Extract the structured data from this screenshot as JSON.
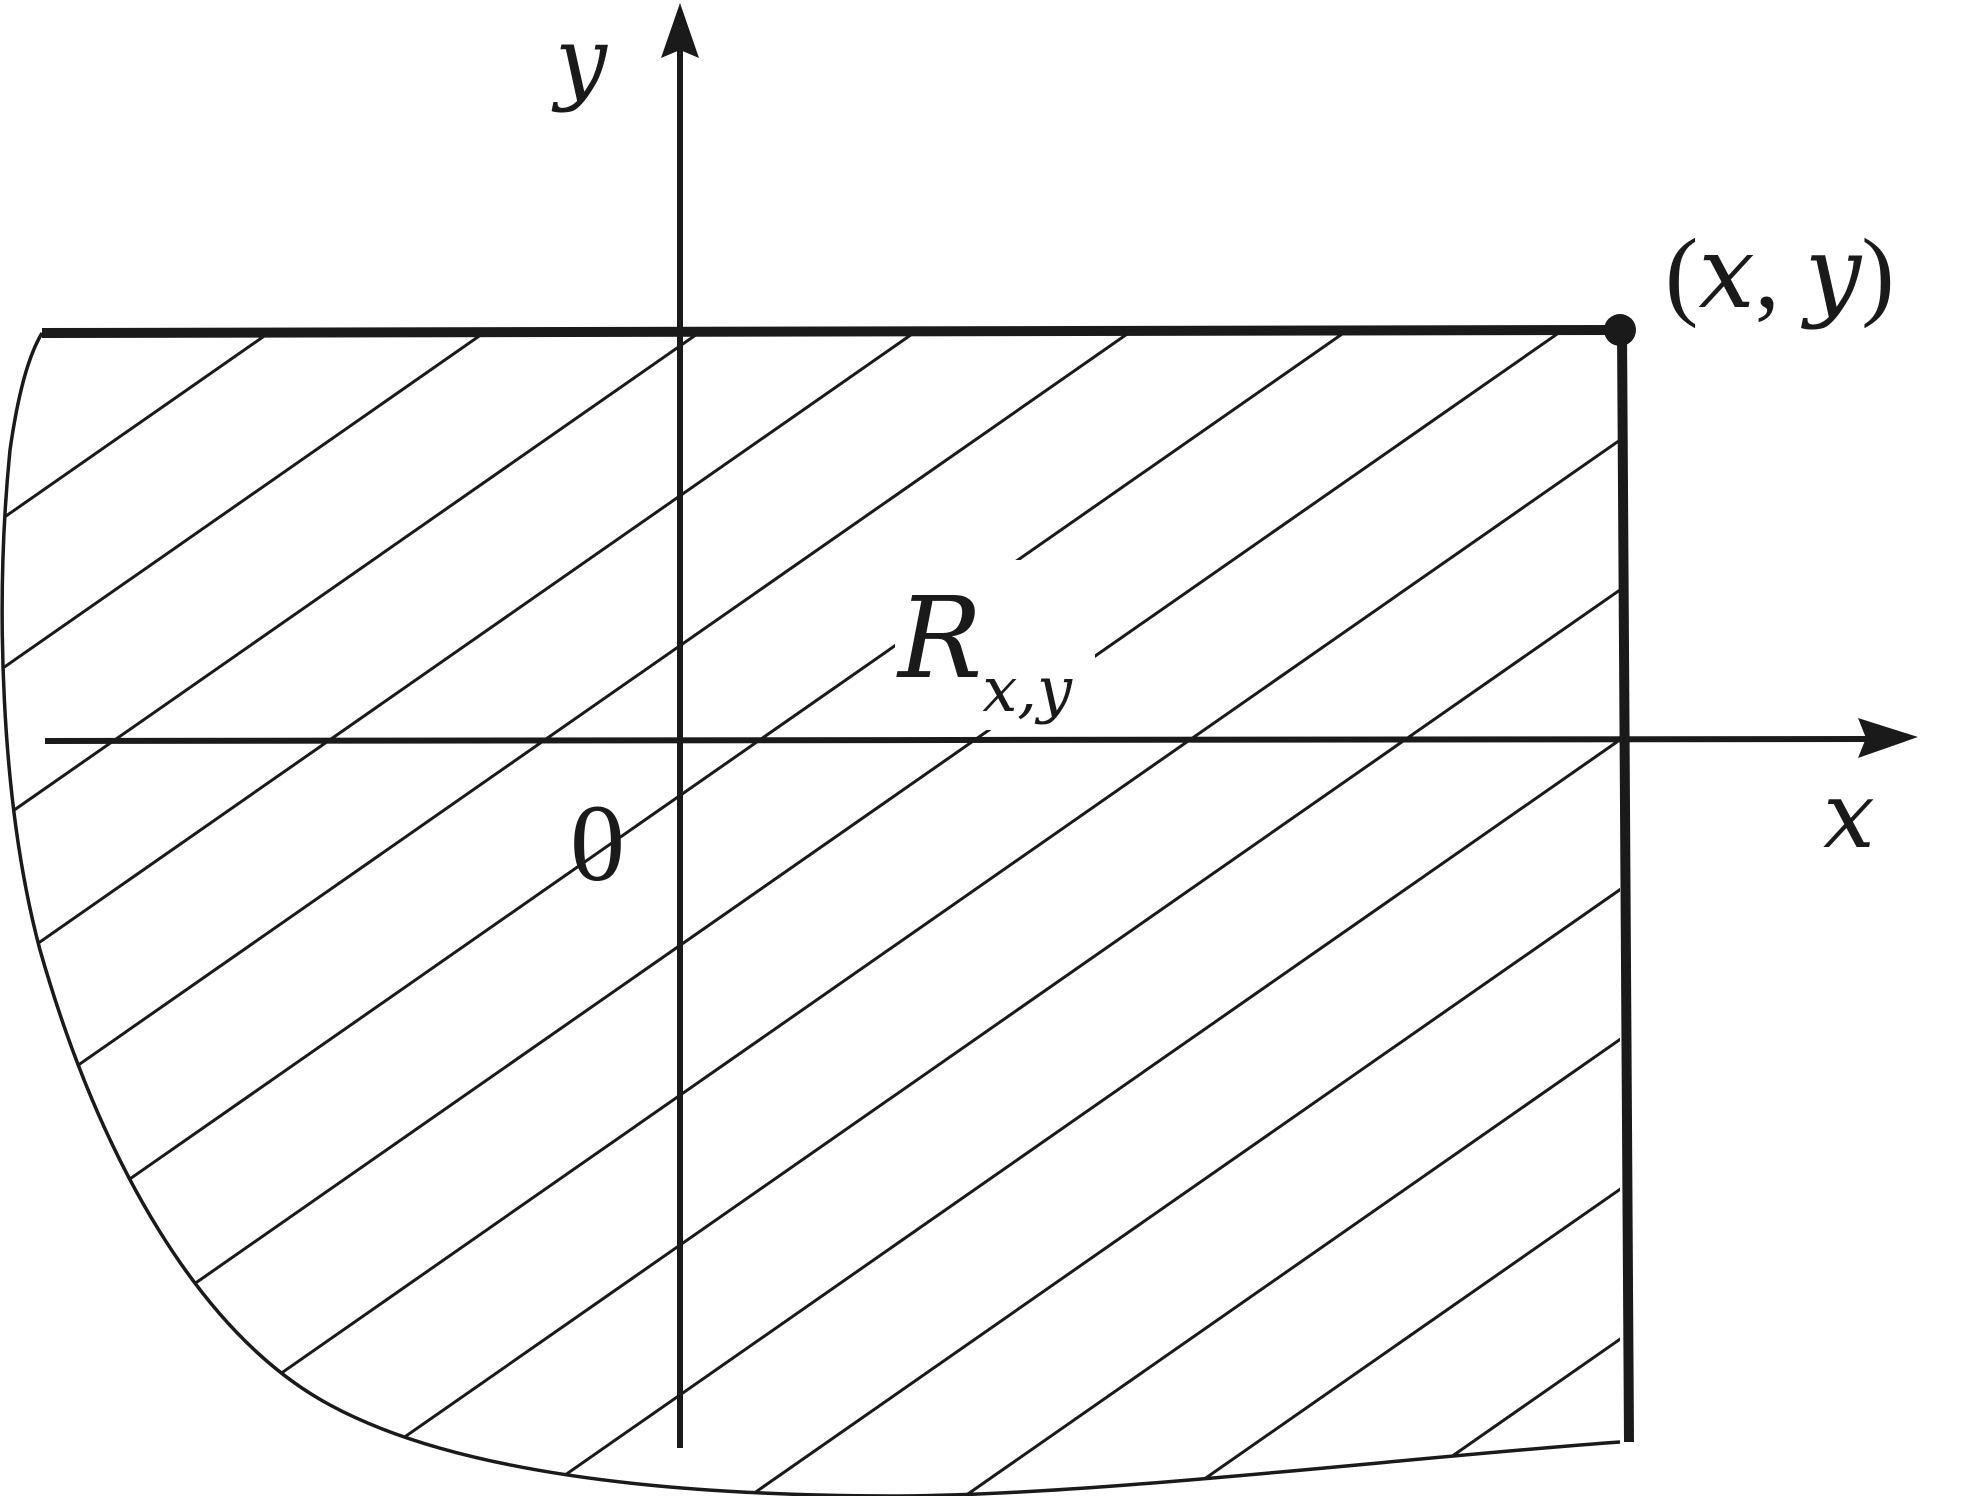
{
  "diagram": {
    "axes": {
      "x_label": "x",
      "y_label": "y",
      "origin_label": "0"
    },
    "point": {
      "label_open": "(",
      "label_x": "x",
      "label_sep": ", ",
      "label_y": "y",
      "label_close": ")"
    },
    "region": {
      "label_main": "R",
      "label_subscript": "x,y",
      "fill_pattern": "diagonal-hatch",
      "line_color": "#1a1a1a"
    }
  }
}
